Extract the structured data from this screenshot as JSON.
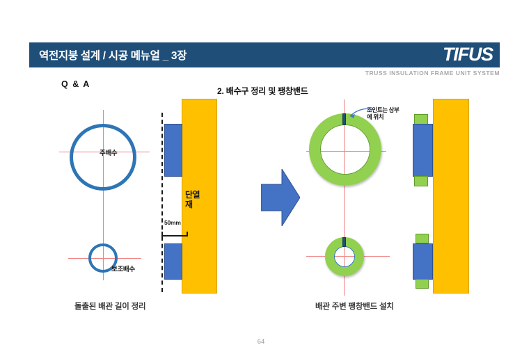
{
  "header": {
    "title": "역전지붕 설계 / 시공 메뉴얼 _ 3장",
    "logo": "TIFUS",
    "tagline": "TRUSS INSULATION FRAME UNIT SYSTEM",
    "bar_color": "#1F4E79",
    "tagline_color": "#a8a8a8"
  },
  "labels": {
    "qa": "Q & A",
    "section_title": "2. 배수구 정리 및 팽창밴드",
    "main_drain": "주배수",
    "sub_drain": "보조배수",
    "insulation": "단열재",
    "dimension": "50mm",
    "joint_note": "조인트는 상부에 위치"
  },
  "captions": {
    "left": "돌출된 배관 길이 정리",
    "right": "배관 주변 팽창밴드 설치"
  },
  "footer": {
    "page_number": "64"
  },
  "colors": {
    "pipe_blue": "#4472C4",
    "pipe_outline_blue": "#2E75B6",
    "insulation_orange": "#FFC000",
    "expansion_band_green": "#92D050",
    "joint_navy": "#1F4E79",
    "crosshair_red": "#f08080",
    "arrow_blue": "#4472C4"
  },
  "diagram": {
    "left_panel": {
      "name": "돌출된 배관 길이 정리",
      "front_view": {
        "main_drain_ring": "주배수",
        "sub_drain_ring": "보조배수"
      },
      "side_view": {
        "insulation_label": "단열재",
        "pipe_projection": "50mm"
      }
    },
    "right_panel": {
      "name": "배관 주변 팽창밴드 설치",
      "front_view": {
        "large_band_note": "조인트는 상부에 위치"
      }
    }
  }
}
